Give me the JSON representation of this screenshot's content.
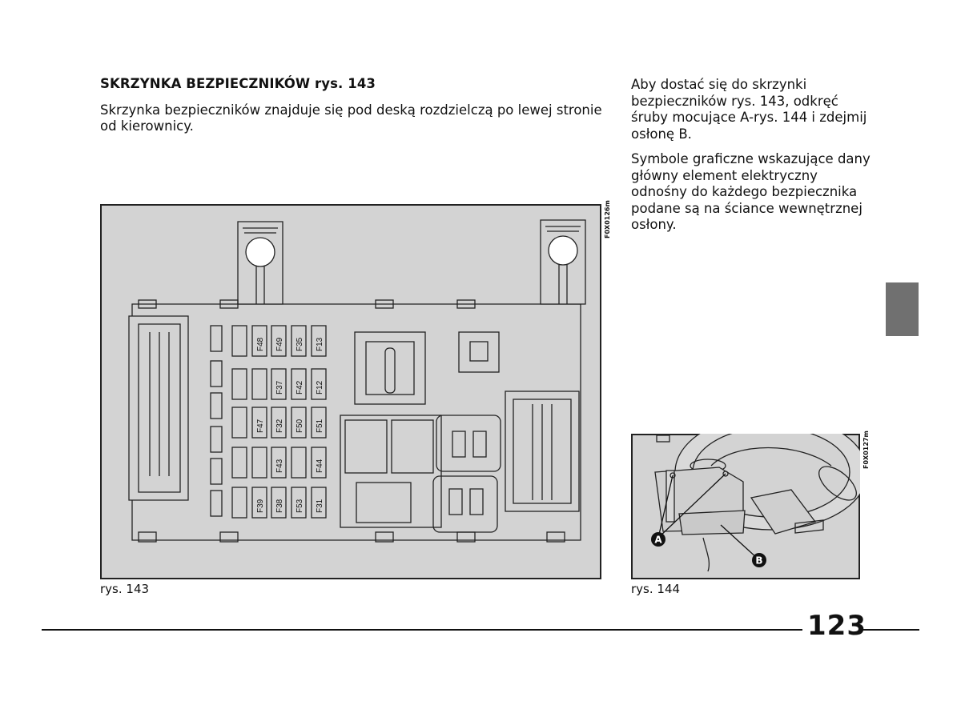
{
  "section": {
    "heading": "SKRZYNKA BEZPIECZNIKÓW rys. 143",
    "intro": "Skrzynka bezpieczników znajduje się pod deską rozdzielczą po lewej stronie od kierownicy."
  },
  "right_column": {
    "paragraph_1": "Aby dostać się do skrzynki bezpieczników rys. 143, odkręć śruby mocujące A-rys. 144 i zdejmij osłonę B.",
    "paragraph_2": "Symbole graficzne wskazujące dany główny element elektryczny odnośny do każdego bezpiecznika podane są na ściance wewnętrznej osłony."
  },
  "figure_143": {
    "code": "F0X0126m",
    "caption": "rys. 143",
    "fuse_labels": {
      "row1": [
        "F48",
        "F49",
        "F35",
        "F13"
      ],
      "row2": [
        "F37",
        "F42",
        "F12"
      ],
      "row3": [
        "F47",
        "F32",
        "F50",
        "F51"
      ],
      "row4": [
        "F43",
        "F44"
      ],
      "row5": [
        "F39",
        "F38",
        "F53",
        "F31"
      ]
    }
  },
  "figure_144": {
    "code": "F0X0127m",
    "caption": "rys. 144",
    "callout_a": "A",
    "callout_b": "B"
  },
  "page_number": "123",
  "colors": {
    "figure_background": "#d3d3d3",
    "side_tab": "#707070"
  }
}
